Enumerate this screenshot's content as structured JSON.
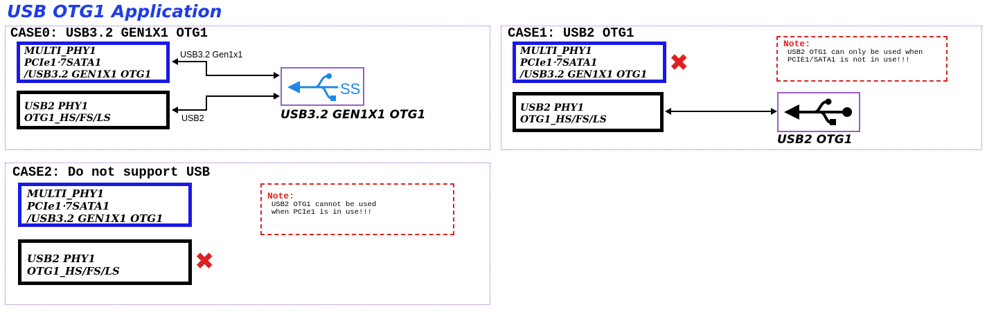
{
  "page_title": "USB OTG1 Application",
  "case0": {
    "title": "CASE0: USB3.2 GEN1X1 OTG1",
    "multi_phy": [
      "MULTI_PHY1",
      "PCIe1‧7SATA1",
      "/USB3.2 GEN1X1 OTG1"
    ],
    "usb2_phy": [
      "USB2 PHY1",
      "OTG1_HS/FS/LS"
    ],
    "link_usb3_label": "USB3.2 Gen1x1",
    "link_usb2_label": "USB2",
    "icon_text": "SS",
    "connector_label": "USB3.2 GEN1X1 OTG1"
  },
  "case1": {
    "title": "CASE1: USB2 OTG1",
    "multi_phy": [
      "MULTI_PHY1",
      "PCIe1‧7SATA1",
      "/USB3.2 GEN1X1 OTG1"
    ],
    "usb2_phy": [
      "USB2 PHY1",
      "OTG1_HS/FS/LS"
    ],
    "note_title": "Note:",
    "note_text": "USB2 OTG1 can only be used when\nPCIE1/SATA1 is not in use!!!",
    "unavailable_mark": "✖",
    "connector_label": "USB2 OTG1"
  },
  "case2": {
    "title": "CASE2: Do not support USB",
    "multi_phy": [
      "MULTI_PHY1",
      "PCIe1‧7SATA1",
      "/USB3.2 GEN1X1 OTG1"
    ],
    "usb2_phy": [
      "USB2 PHY1",
      "OTG1_HS/FS/LS"
    ],
    "note_title": "Note:",
    "note_text": "USB2 OTG1 cannot be used\nwhen PCIe1 is in use!!!",
    "unavailable_mark": "✖"
  },
  "colors": {
    "title_blue": "#1f3de8",
    "phy_border_blue": "#1919e6",
    "panel_border_purple": "#9a5bd1",
    "note_red": "#e02020",
    "ss_icon_blue": "#1e88e5"
  }
}
